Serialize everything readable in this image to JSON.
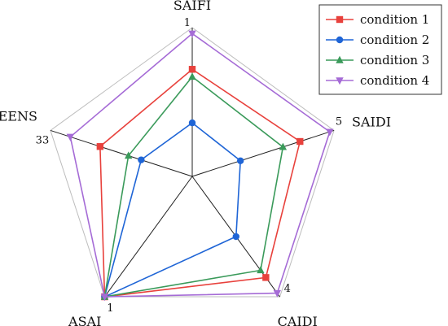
{
  "chart_data": {
    "type": "radar",
    "title": "",
    "axes": [
      {
        "name": "SAIFI",
        "max_label": "1"
      },
      {
        "name": "SAIDI",
        "max_label": "5"
      },
      {
        "name": "CAIDI",
        "max_label": "4"
      },
      {
        "name": "ASAI",
        "max_label": "1"
      },
      {
        "name": "EENS",
        "max_label": "33"
      }
    ],
    "range": [
      0,
      1
    ],
    "grid": true,
    "legend_position": "top-right",
    "series": [
      {
        "name": "condition 1",
        "color": "#e8413c",
        "marker": "square",
        "values": [
          0.72,
          0.76,
          0.84,
          1.0,
          0.65
        ]
      },
      {
        "name": "condition 2",
        "color": "#1f65d6",
        "marker": "circle",
        "values": [
          0.36,
          0.34,
          0.5,
          1.0,
          0.36
        ]
      },
      {
        "name": "condition 3",
        "color": "#3a9a5a",
        "marker": "triangle-up",
        "values": [
          0.67,
          0.64,
          0.78,
          1.0,
          0.45
        ]
      },
      {
        "name": "condition 4",
        "color": "#a56bd6",
        "marker": "triangle-down",
        "values": [
          0.96,
          0.97,
          0.97,
          1.0,
          0.86
        ]
      }
    ]
  }
}
